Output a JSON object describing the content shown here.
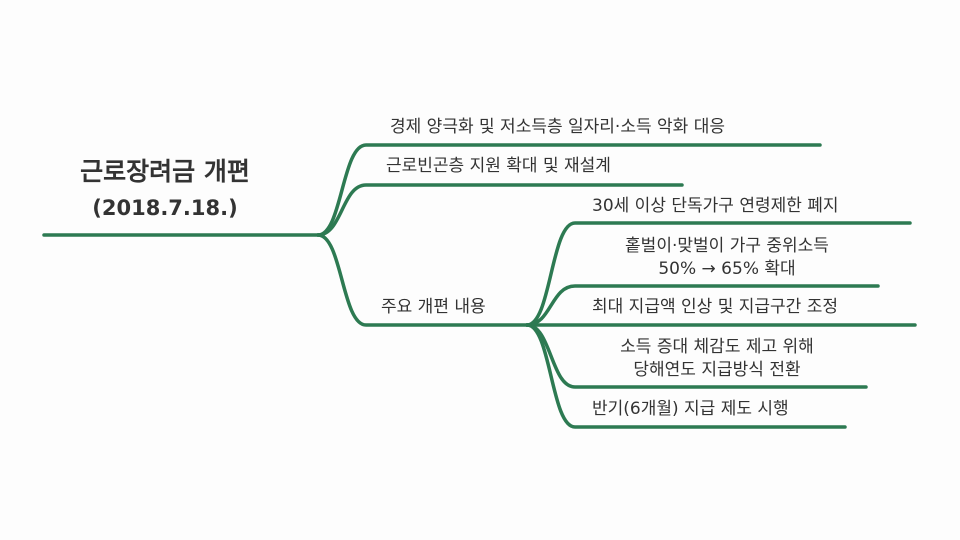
{
  "colors": {
    "line": "#2d7a52",
    "text": "#333333",
    "background": "#fdfdfd"
  },
  "root": {
    "title": "근로장려금 개편",
    "date": "(2018.7.18.)"
  },
  "branches": {
    "background": "경제 양극화 및 저소득층 일자리·소득 악화 대응",
    "support": "근로빈곤층 지원 확대 및 재설계",
    "main": {
      "label": "주요 개편 내용",
      "items": [
        {
          "lines": [
            "30세 이상 단독가구 연령제한 폐지"
          ]
        },
        {
          "lines": [
            "홑벌이·맞벌이 가구 중위소득",
            "50% → 65% 확대"
          ]
        },
        {
          "lines": [
            "최대 지급액 인상 및 지급구간 조정"
          ]
        },
        {
          "lines": [
            "소득 증대 체감도 제고 위해",
            "당해연도 지급방식 전환"
          ]
        },
        {
          "lines": [
            "반기(6개월) 지급 제도 시행"
          ]
        }
      ]
    }
  }
}
